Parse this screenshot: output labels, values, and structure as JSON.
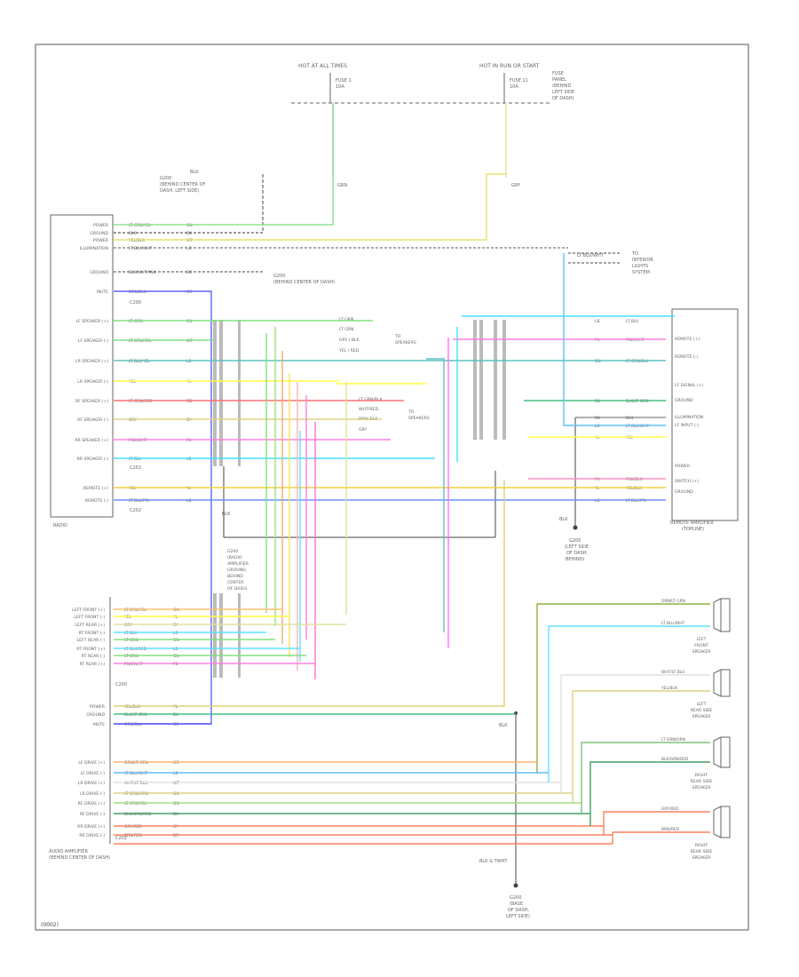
{
  "top": {
    "hot_left": "HOT AT ALL TIMES",
    "hot_right": "HOT IN RUN OR START",
    "fuse_left": [
      "FUSE 1",
      "10A"
    ],
    "fuse_right": [
      "FUSE 11",
      "10A"
    ],
    "fuse_panel_right": [
      "FUSE",
      "PANEL",
      "(BEHIND",
      "LEFT SIDE",
      "OF DASH)"
    ],
    "wire_left": "GRN",
    "wire_right": "GRY"
  },
  "radio": {
    "ground_note": [
      "G200",
      "(BEHIND CENTER OF",
      "DASH, LEFT SIDE)"
    ],
    "blk_label": "BLK",
    "pins": [
      "POWER",
      "GROUND",
      "POWER",
      "ILLUMINATION",
      "GROUND",
      "MUTE",
      "LF SPEAKER (+)",
      "LF SPEAKER (-)",
      "LR SPEAKER (+)",
      "LR SPEAKER (-)",
      "RF SPEAKER (+)",
      "RF SPEAKER (-)",
      "RR SPEAKER (+)",
      "RR SPEAKER (-)",
      "REMOTE (+)",
      "REMOTE (-)"
    ],
    "wires": [
      "LT GRN/YEL",
      "BLK",
      "YEL/BLK",
      "LT BLU/WHT",
      "BLK/WHT/PNK",
      "ORN/BLU",
      "LT GRN",
      "LT GRN/YEL",
      "LT BLU/YEL",
      "YEL",
      "LT GRN/RED",
      "GRY",
      "PNK/WHT",
      "LT BLU",
      "YEL",
      "LT BLU/PPL"
    ],
    "codes": [
      "GN",
      "BK",
      "WT",
      "LB",
      "BK",
      "OR",
      "GN",
      "WT",
      "LB",
      "YL",
      "RD",
      "GY",
      "PK",
      "LB",
      "YL",
      "LB"
    ],
    "connector_a": "C200",
    "connector_b": "C202",
    "label": "RADIO",
    "ground_ref": "G200",
    "ground_ref_sub": "(BEHIND CENTER OF DASH)"
  },
  "splices": {
    "left_title": [
      "TO",
      "SPEAKERS"
    ],
    "left_wires": [
      "LT GRN",
      "LT GRN",
      "GRY / BLK",
      "YEL / RED"
    ],
    "right_title": [
      "TO",
      "SPEAKERS"
    ],
    "right_wires": [
      "LT GRN/BLK",
      "WHT/RED",
      "BRN/ BLK",
      "GRY"
    ],
    "mid_label": [
      "G200",
      "(RADIO",
      "AMPLIFIER",
      "GROUND,",
      "BEHIND",
      "CENTER",
      "OF DASH)"
    ],
    "blk_label": "BLK"
  },
  "remote": {
    "pins": [
      "REMOTE (+)",
      "REMOTE (-)",
      "LF SIGNAL (+)",
      "GROUND",
      "ILLUMINATION",
      "LF INPUT (-)",
      "POWER",
      "SWITCH (+)",
      "GROUND"
    ],
    "wires": [
      "LT BLU",
      "PNK/WHT",
      "LT GRN/BLU",
      "BLK/LT GRN",
      "BLK",
      "LT BLU/WHT",
      "YEL",
      "PNK/BLK",
      "YEL/BLK",
      "LT BLU/PPL"
    ],
    "codes": [
      "LB",
      "PK",
      "GN",
      "BK",
      "BK",
      "LB",
      "YL",
      "PK",
      "YL",
      "LB"
    ],
    "label": [
      "REMOTE AMPLIFIER",
      "(TOPLINE)"
    ],
    "illum_dest": [
      "TO",
      "INTERIOR",
      "LIGHTS",
      "SYSTEM"
    ],
    "illum_wire": "LT BLU/WHT",
    "ground_wire": "BLK",
    "ground_label": [
      "G200",
      "(LEFT SIDE",
      "OF DASH,",
      "BEHIND)"
    ]
  },
  "amp": {
    "pins": [
      "LEFT FRONT (+)",
      "LEFT FRONT (-)",
      "LEFT REAR (+)",
      "RT FRONT (-)",
      "LEFT REAR (-)",
      "RT FRONT (+)",
      "RT REAR (-)",
      "RT REAR (+)",
      "POWER",
      "GROUND",
      "MUTE",
      "LF DRIVE (+)",
      "LF DRIVE (-)",
      "LR DRIVE (+)",
      "LR DRIVE (-)",
      "RF DRIVE (+)",
      "RF DRIVE (-)",
      "RR DRIVE (+)",
      "RR DRIVE (-)"
    ],
    "wires": [
      "LT GRN/YEL",
      "YEL",
      "GRY",
      "LT BLU",
      "LT GRN",
      "LT BLU/RED",
      "LT GRN",
      "PNK/WHT",
      "YEL/BLK",
      "BLK/LT GRN",
      "ORN/BLU",
      "ORN/LT GRN",
      "LT BLU/WHT",
      "WHT/LT BLU",
      "LT GRN/ORN",
      "LT GRN/YEL",
      "BLK/GRN/RED",
      "GRY/RED",
      "BRN/RED"
    ],
    "codes": [
      "GN",
      "YL",
      "GY",
      "LB",
      "GN",
      "LB",
      "GN",
      "PK",
      "YL",
      "BK",
      "OR",
      "OR",
      "LB",
      "WT",
      "GN",
      "GN",
      "BK",
      "GY",
      "BR"
    ],
    "connector_a": "C200",
    "connector_b": "C202",
    "label": [
      "AUDIO AMPLIFIER",
      "(BEHIND CENTER OF DASH)"
    ],
    "ground_wire": "BLK",
    "ground_sw": "BLK & TWHT"
  },
  "bottom_ground": [
    "G200",
    "(BASE",
    "OF DASH,",
    "LEFT SIDE)"
  ],
  "speakers": [
    {
      "label": [
        "LEFT",
        "FRONT",
        "SPEAKER"
      ],
      "wires": [
        "ORN/LT GRN",
        "LT BLU/WHT"
      ]
    },
    {
      "label": [
        "LEFT",
        "REAR SIDE",
        "SPEAKER"
      ],
      "wires": [
        "WHT/LT BLU",
        "YEL/BLK"
      ]
    },
    {
      "label": [
        "RIGHT",
        "REAR SIDE",
        "SPEAKER"
      ],
      "wires": [
        "LT GRN/ORN",
        "BLK/GRN/RED"
      ]
    },
    {
      "label": [
        "RIGHT",
        "REAR SIDE",
        "SPEAKER"
      ],
      "wires": [
        "GRY/RED",
        "BRN/RED"
      ]
    }
  ],
  "footer": "(0002)"
}
